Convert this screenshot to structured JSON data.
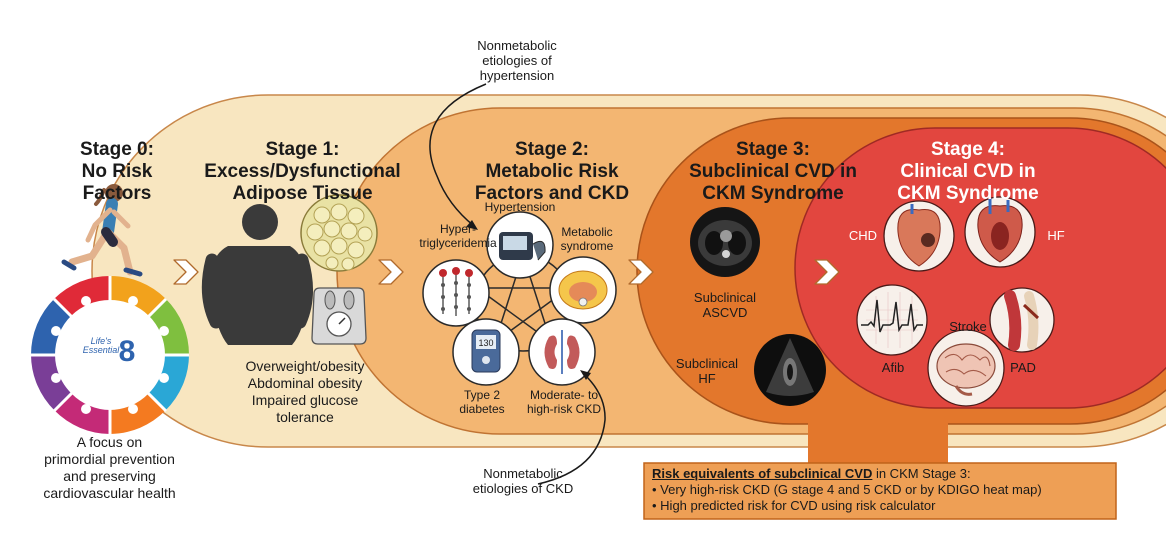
{
  "annotations": {
    "top": [
      "Nonmetabolic",
      "etiologies of",
      "hypertension"
    ],
    "bottom": [
      "Nonmetabolic",
      "etiologies of CKD"
    ]
  },
  "stage0": {
    "title_line1": "Stage 0:",
    "title_line2": "No Risk Factors",
    "logo_line1": "Life's",
    "logo_line2": "Essential",
    "logo_number": "8",
    "caption": [
      "A focus on",
      "primordial prevention",
      "and preserving",
      "cardiovascular health"
    ]
  },
  "stage1": {
    "title": [
      "Stage 1:",
      "Excess/Dysfunctional",
      "Adipose Tissue"
    ],
    "items": [
      "Overweight/obesity",
      "Abdominal obesity",
      "Impaired glucose",
      "tolerance"
    ]
  },
  "stage2": {
    "title": [
      "Stage 2:",
      "Metabolic Risk",
      "Factors and CKD"
    ],
    "hypertension": "Hypertension",
    "hypertriglyceridemia": [
      "Hyper-",
      "triglyceridemia"
    ],
    "metabolic_syndrome": [
      "Metabolic",
      "syndrome"
    ],
    "type2_diabetes": [
      "Type 2",
      "diabetes"
    ],
    "ckd": [
      "Moderate- to",
      "high-risk CKD"
    ],
    "glucometer_reading": "130"
  },
  "stage3": {
    "title": [
      "Stage 3:",
      "Subclinical CVD in",
      "CKM Syndrome"
    ],
    "ascvd": [
      "Subclinical",
      "ASCVD"
    ],
    "hf": [
      "Subclinical",
      "HF"
    ]
  },
  "stage4": {
    "title": [
      "Stage 4:",
      "Clinical CVD in",
      "CKM Syndrome"
    ],
    "chd": "CHD",
    "hf": "HF",
    "afib": "Afib",
    "stroke": "Stroke",
    "pad": "PAD"
  },
  "risk_box": {
    "heading_bold": "Risk equivalents of subclinical CVD",
    "heading_rest": " in CKM Stage 3:",
    "bullets": [
      "• Very high-risk CKD (G stage 4 and 5 CKD or by KDIGO heat map)",
      "• High predicted risk for CVD using risk calculator"
    ]
  },
  "colors": {
    "stage1": "#f8e6c0",
    "stage2": "#f3b672",
    "stage3": "#e3772c",
    "stage4": "#e2463f",
    "risk_box": "#ee9f55",
    "outline": "#b36a2a"
  }
}
